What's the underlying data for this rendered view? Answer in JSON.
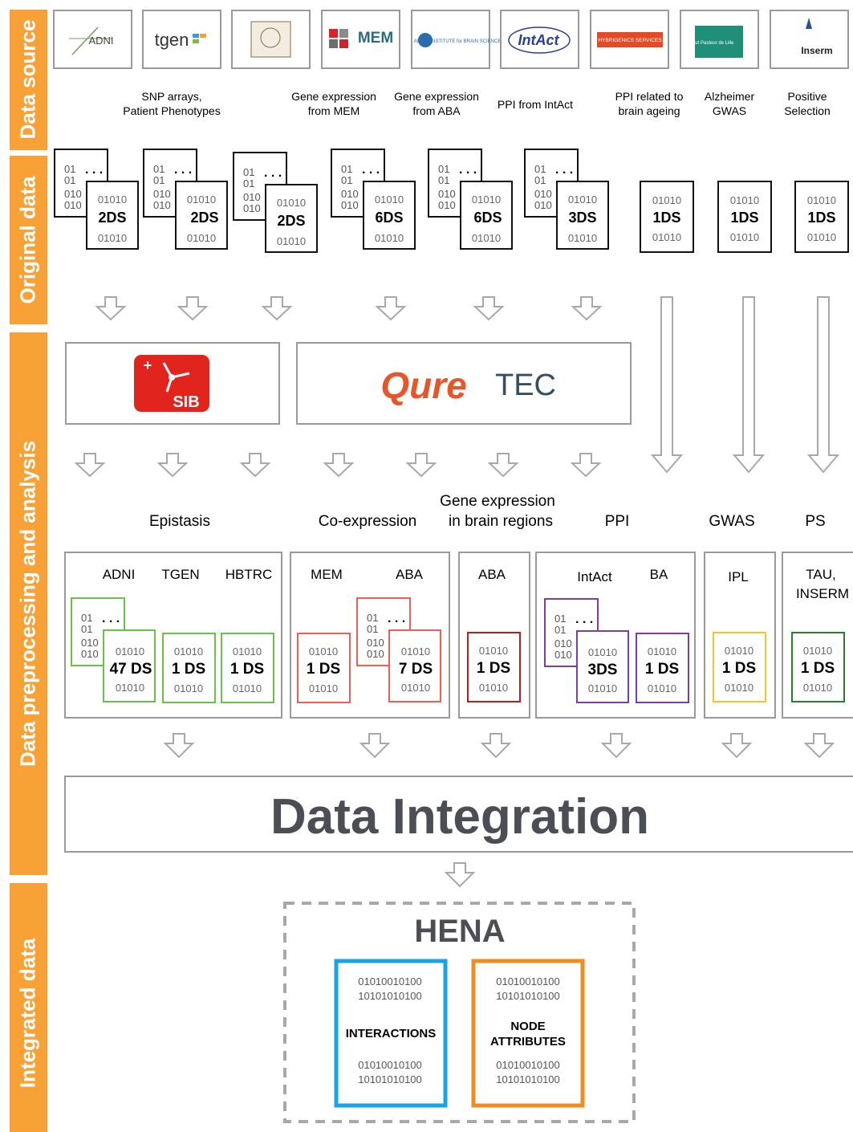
{
  "sections": [
    {
      "label": "Data source"
    },
    {
      "label": "Original data"
    },
    {
      "label": "Data preprocessing and analysis"
    },
    {
      "label": "Integrated data"
    }
  ],
  "logos": [
    {
      "name": "adni-logo",
      "text": "ADNI"
    },
    {
      "name": "tgen-logo",
      "text": "tgen"
    },
    {
      "name": "hbtrc-logo",
      "text": ""
    },
    {
      "name": "mem-logo",
      "text": "MEM"
    },
    {
      "name": "allen-institute-logo",
      "text": "ALLEN INSTITUTE for BRAIN SCIENCE"
    },
    {
      "name": "intact-logo",
      "text": "IntAct"
    },
    {
      "name": "hybrigenics-logo",
      "text": "HYBRIGENICS SERVICES"
    },
    {
      "name": "institut-pasteur-lille-logo",
      "text": "Institut Pasteur de Lille"
    },
    {
      "name": "inserm-logo",
      "text": "Inserm"
    }
  ],
  "source_captions": [
    {
      "lines": [
        "SNP arrays,",
        "Patient Phenotypes"
      ]
    },
    {
      "lines": [
        "Gene expression",
        "from MEM"
      ]
    },
    {
      "lines": [
        "Gene expression",
        "from ABA"
      ]
    },
    {
      "lines": [
        "PPI from IntAct"
      ]
    },
    {
      "lines": [
        "PPI related to",
        "brain ageing"
      ]
    },
    {
      "lines": [
        "Alzheimer",
        "GWAS"
      ]
    },
    {
      "lines": [
        "Positive",
        "Selection"
      ]
    }
  ],
  "binary_text": {
    "pair": "01",
    "triple": "010",
    "five": "01010",
    "ellipsis": ". . ."
  },
  "original_datasets": [
    "2DS",
    "2DS",
    "2DS",
    "6DS",
    "6DS",
    "3DS",
    "1DS",
    "1DS",
    "1DS"
  ],
  "processors": [
    {
      "name": "sib-logo",
      "text": "SIB",
      "color": "#e2241f"
    },
    {
      "name": "quretec-logo",
      "text_left": "Qure",
      "text_right": "TEC",
      "color_left": "#e8552a",
      "color_right": "#394e5c"
    }
  ],
  "analyses": [
    {
      "title": [
        "Epistasis"
      ],
      "sources": [
        "ADNI",
        "TGEN",
        "HBTRC"
      ],
      "datasets": [
        "47 DS",
        "1 DS",
        "1 DS"
      ],
      "color": "#6cc04a"
    },
    {
      "title": [
        "Co-expression"
      ],
      "sources": [
        "MEM",
        "ABA"
      ],
      "datasets": [
        "1 DS",
        "7 DS"
      ],
      "color": "#e8605b"
    },
    {
      "title": [
        "Gene expression",
        "in brain regions"
      ],
      "sources": [
        "ABA"
      ],
      "datasets": [
        "1 DS"
      ],
      "color": "#b2221d"
    },
    {
      "title": [
        "PPI"
      ],
      "sources": [
        "IntAct",
        "BA"
      ],
      "datasets": [
        "3DS",
        "1 DS"
      ],
      "color": "#7b3fa3"
    },
    {
      "title": [
        "GWAS"
      ],
      "sources": [
        "IPL"
      ],
      "datasets": [
        "1 DS"
      ],
      "color": "#f5c32c"
    },
    {
      "title": [
        "PS"
      ],
      "sources": [
        "TAU,",
        "INSERM"
      ],
      "datasets": [
        "1 DS"
      ],
      "color": "#2b7d2b"
    }
  ],
  "integration": {
    "title": "Data Integration"
  },
  "hena": {
    "title": "HENA",
    "blocks": [
      {
        "label": [
          "INTERACTIONS"
        ],
        "color": "#1aa3e6",
        "bits_top": [
          "01010010100",
          "10101010100"
        ],
        "bits_bottom": [
          "01010010100",
          "10101010100"
        ]
      },
      {
        "label": [
          "NODE",
          "ATTRIBUTES"
        ],
        "color": "#f08c24",
        "bits_top": [
          "01010010100",
          "10101010100"
        ],
        "bits_bottom": [
          "01010010100",
          "10101010100"
        ]
      }
    ]
  }
}
